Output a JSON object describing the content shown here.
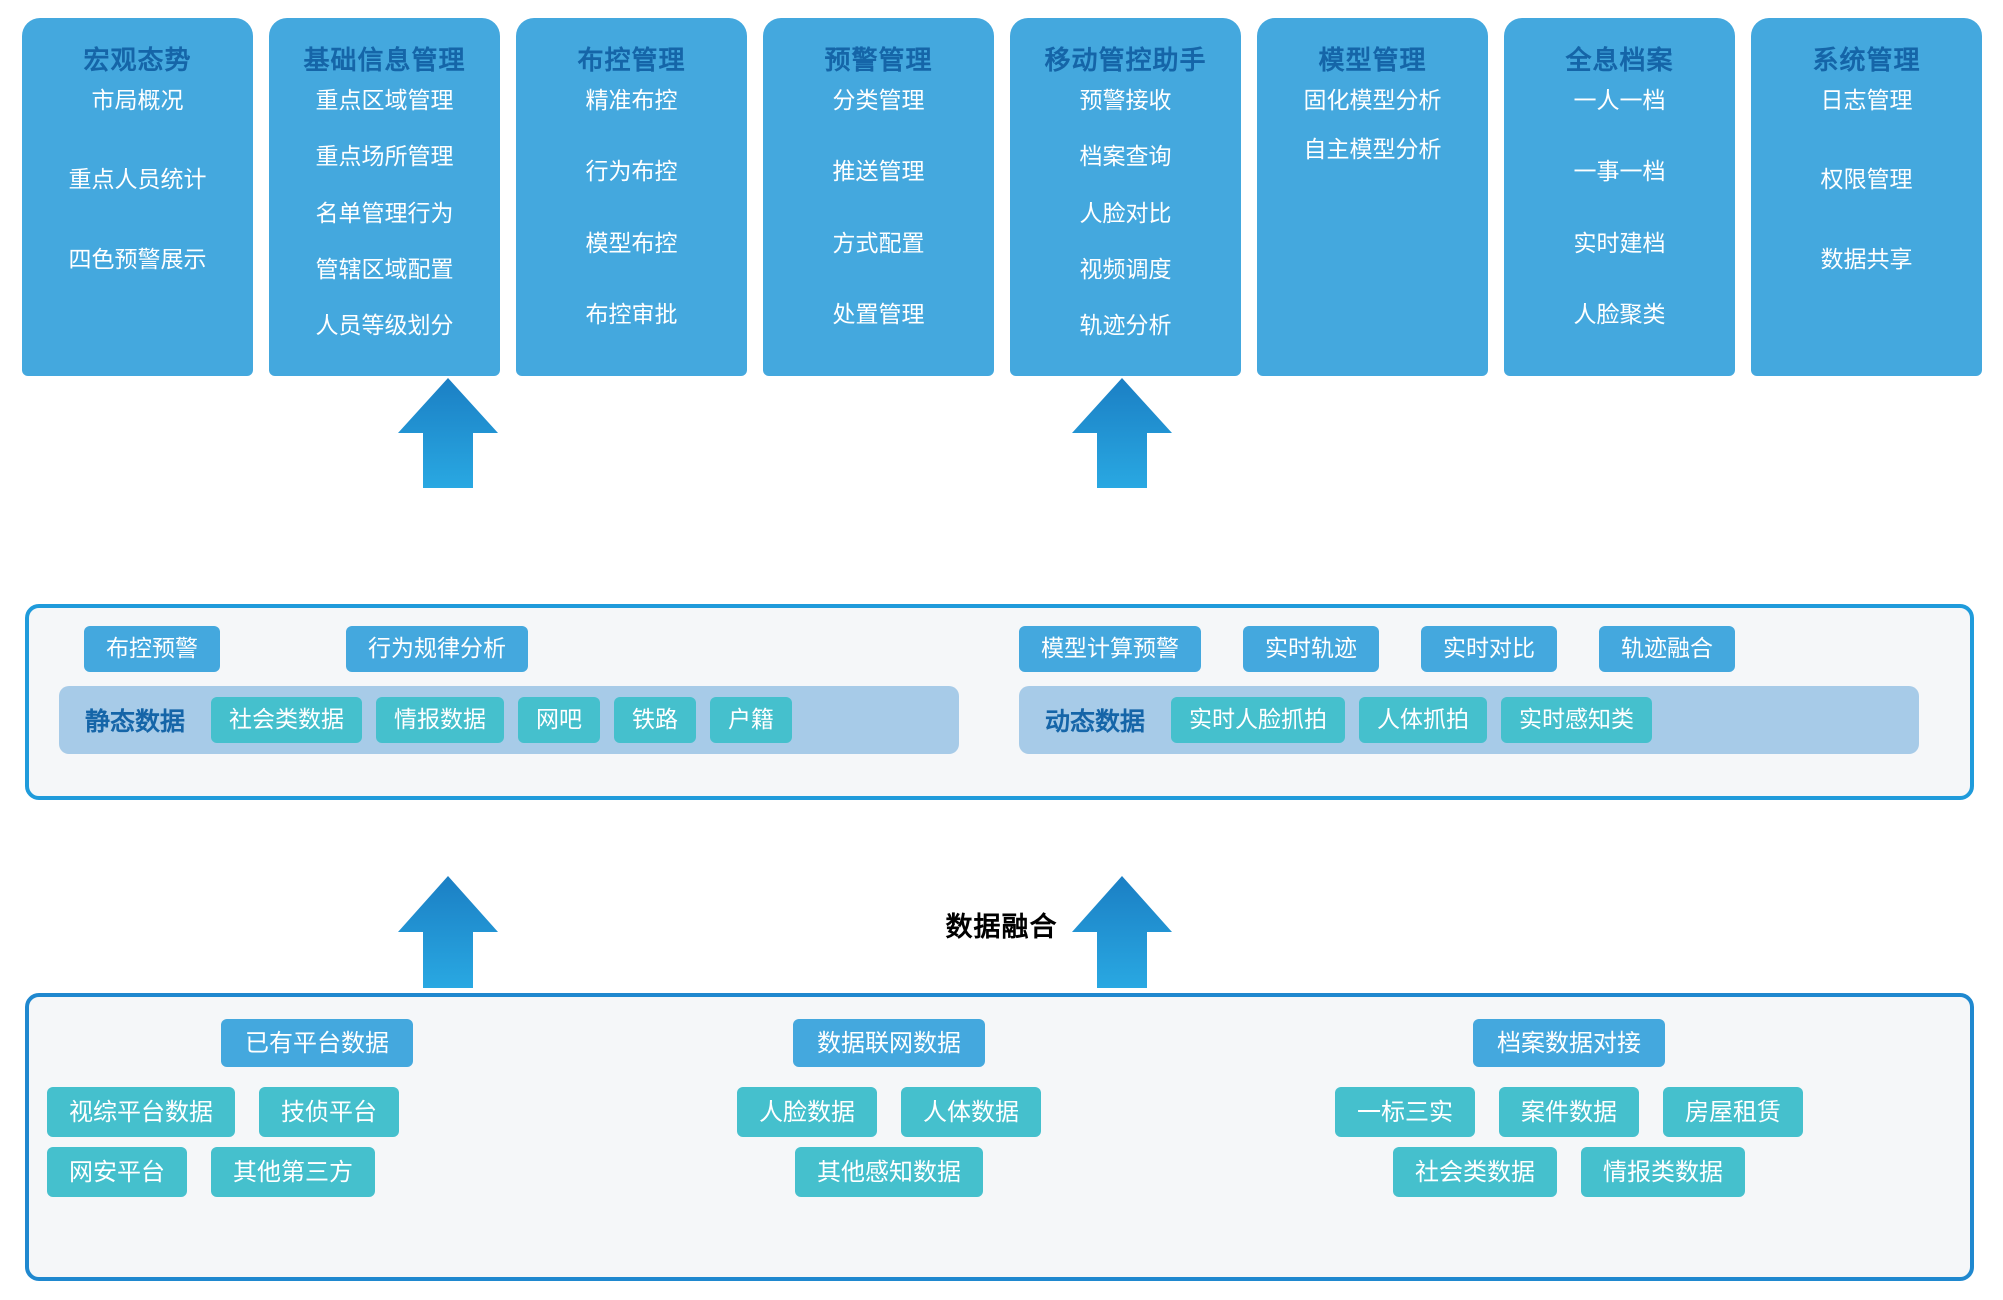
{
  "colors": {
    "module_card": "#44a8de",
    "module_title": "#1565a8",
    "band_border_mid": "#1f9bdb",
    "band_border_bottom": "#1f88cf",
    "band_bg": "#f5f7f9",
    "data_strip_bg": "#a7cbe8",
    "data_chip": "#45c0cd",
    "arrow": "#1c8fd0"
  },
  "top_modules": [
    {
      "title": "宏观态势",
      "items": [
        "市局概况",
        "重点人员统计",
        "四色预警展示"
      ]
    },
    {
      "title": "基础信息管理",
      "items": [
        "重点区域管理",
        "重点场所管理",
        "名单管理行为",
        "管辖区域配置",
        "人员等级划分"
      ]
    },
    {
      "title": "布控管理",
      "items": [
        "精准布控",
        "行为布控",
        "模型布控",
        "布控审批"
      ]
    },
    {
      "title": "预警管理",
      "items": [
        "分类管理",
        "推送管理",
        "方式配置",
        "处置管理"
      ]
    },
    {
      "title": "移动管控助手",
      "items": [
        "预警接收",
        "档案查询",
        "人脸对比",
        "视频调度",
        "轨迹分析"
      ]
    },
    {
      "title": "模型管理",
      "items": [
        "固化模型分析",
        "自主模型分析"
      ]
    },
    {
      "title": "全息档案",
      "items": [
        "一人一档",
        "一事一档",
        "实时建档",
        "人脸聚类"
      ]
    },
    {
      "title": "系统管理",
      "items": [
        "日志管理",
        "权限管理",
        "数据共享"
      ]
    }
  ],
  "middle_band": {
    "left": {
      "capabilities": [
        "布控预警",
        "行为规律分析"
      ],
      "data_label": "静态数据",
      "data_chips": [
        "社会类数据",
        "情报数据",
        "网吧",
        "铁路",
        "户籍"
      ]
    },
    "right": {
      "capabilities": [
        "模型计算预警",
        "实时轨迹",
        "实时对比",
        "轨迹融合"
      ],
      "data_label": "动态数据",
      "data_chips": [
        "实时人脸抓拍",
        "人体抓拍",
        "实时感知类"
      ]
    }
  },
  "fusion_label": "数据融合",
  "bottom_band": {
    "groups": [
      {
        "head": "已有平台数据",
        "rows": [
          [
            "视综平台数据",
            "技侦平台"
          ],
          [
            "网安平台",
            "其他第三方"
          ]
        ]
      },
      {
        "head": "数据联网数据",
        "rows": [
          [
            "人脸数据",
            "人体数据"
          ],
          [
            "其他感知数据"
          ]
        ]
      },
      {
        "head": "档案数据对接",
        "rows": [
          [
            "一标三实",
            "案件数据",
            "房屋租赁"
          ],
          [
            "社会类数据",
            "情报类数据"
          ]
        ]
      }
    ]
  }
}
